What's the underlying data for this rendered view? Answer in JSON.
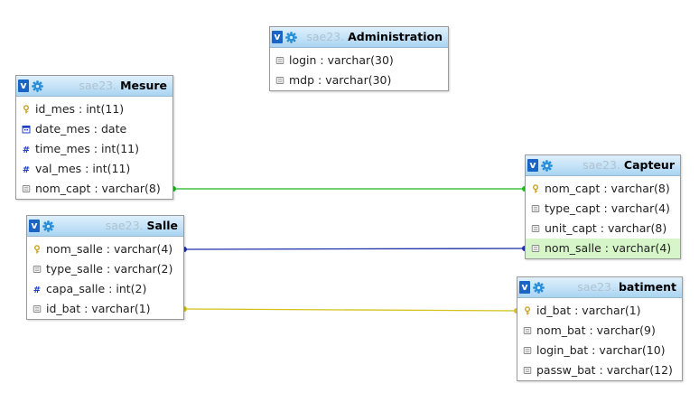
{
  "tables": [
    {
      "id": "administration",
      "db": "sae23.",
      "name": "Administration",
      "columns": [
        {
          "text": "login : varchar(30)",
          "icon": "varchar-icon"
        },
        {
          "text": "mdp : varchar(30)",
          "icon": "varchar-icon"
        }
      ]
    },
    {
      "id": "mesure",
      "db": "sae23.",
      "name": "Mesure",
      "columns": [
        {
          "text": "id_mes : int(11)",
          "icon": "primary-key-icon"
        },
        {
          "text": "date_mes : date",
          "icon": "date-icon"
        },
        {
          "text": "time_mes : int(11)",
          "icon": "numeric-icon"
        },
        {
          "text": "val_mes : int(11)",
          "icon": "numeric-icon"
        },
        {
          "text": "nom_capt : varchar(8)",
          "icon": "varchar-icon"
        }
      ]
    },
    {
      "id": "capteur",
      "db": "sae23.",
      "name": "Capteur",
      "columns": [
        {
          "text": "nom_capt : varchar(8)",
          "icon": "primary-key-icon"
        },
        {
          "text": "type_capt : varchar(4)",
          "icon": "varchar-icon"
        },
        {
          "text": "unit_capt : varchar(8)",
          "icon": "varchar-icon"
        },
        {
          "text": "nom_salle : varchar(4)",
          "icon": "varchar-icon",
          "highlight": true
        }
      ]
    },
    {
      "id": "salle",
      "db": "sae23.",
      "name": "Salle",
      "columns": [
        {
          "text": "nom_salle : varchar(4)",
          "icon": "primary-key-icon"
        },
        {
          "text": "type_salle : varchar(2)",
          "icon": "varchar-icon"
        },
        {
          "text": "capa_salle : int(2)",
          "icon": "numeric-icon"
        },
        {
          "text": "id_bat : varchar(1)",
          "icon": "varchar-icon"
        }
      ]
    },
    {
      "id": "batiment",
      "db": "sae23.",
      "name": "batiment",
      "columns": [
        {
          "text": "id_bat : varchar(1)",
          "icon": "primary-key-icon"
        },
        {
          "text": "nom_bat : varchar(9)",
          "icon": "varchar-icon"
        },
        {
          "text": "login_bat : varchar(10)",
          "icon": "varchar-icon"
        },
        {
          "text": "passw_bat : varchar(12)",
          "icon": "varchar-icon"
        }
      ]
    }
  ],
  "relations": [
    {
      "from": "mesure.nom_capt",
      "to": "capteur.nom_capt",
      "color": "#1fb51f"
    },
    {
      "from": "salle.nom_salle",
      "to": "capteur.nom_salle",
      "color": "#1d2fa6"
    },
    {
      "from": "salle.id_bat",
      "to": "batiment.id_bat",
      "color": "#d2c21a"
    }
  ],
  "colors": {
    "header_icon": "#1a64c4",
    "numeric_icon": "#1f3fbf",
    "key_icon": "#c9a020",
    "highlight_row": "#d6f5c8"
  },
  "toggle_label": "v"
}
